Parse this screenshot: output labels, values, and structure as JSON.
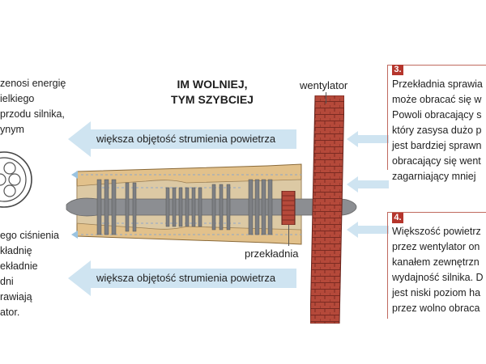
{
  "title": {
    "line1": "IM WOLNIEJ,",
    "line2": "TYM SZYBCIEJ"
  },
  "left_panel": {
    "top_lines": [
      "zenosi energię",
      "ielkiego",
      "przodu silnika,",
      "ynym"
    ],
    "bottom_lines": [
      "ego ciśnienia",
      "kładnię",
      "ekładnie",
      "dni",
      "rawiają",
      "ator."
    ]
  },
  "labels": {
    "fan": "wentylator",
    "gear": "przekładnia",
    "flow_top": "większa objętość strumienia powietrza",
    "flow_bottom": "większa objętość strumienia powietrza"
  },
  "step3": {
    "number": "3.",
    "lines": [
      "Przekładnia sprawia",
      "może obracać się w",
      "Powoli obracający s",
      "który zasysa dużo p",
      "jest bardziej sprawn",
      "obracający się went",
      "zagarniający mniej"
    ]
  },
  "step4": {
    "number": "4.",
    "lines": [
      "Większość powietrz",
      "przez wentylator on",
      "kanałem zewnętrzn",
      "wydajność silnika. D",
      "jest niski poziom ha",
      "przez wolno obraca"
    ]
  },
  "colors": {
    "arrow": "#cfe4f1",
    "engine_body": "#e2c18b",
    "fan_brick": "#b5493a",
    "badge": "#b5352c",
    "blades": "#7d7f83"
  }
}
